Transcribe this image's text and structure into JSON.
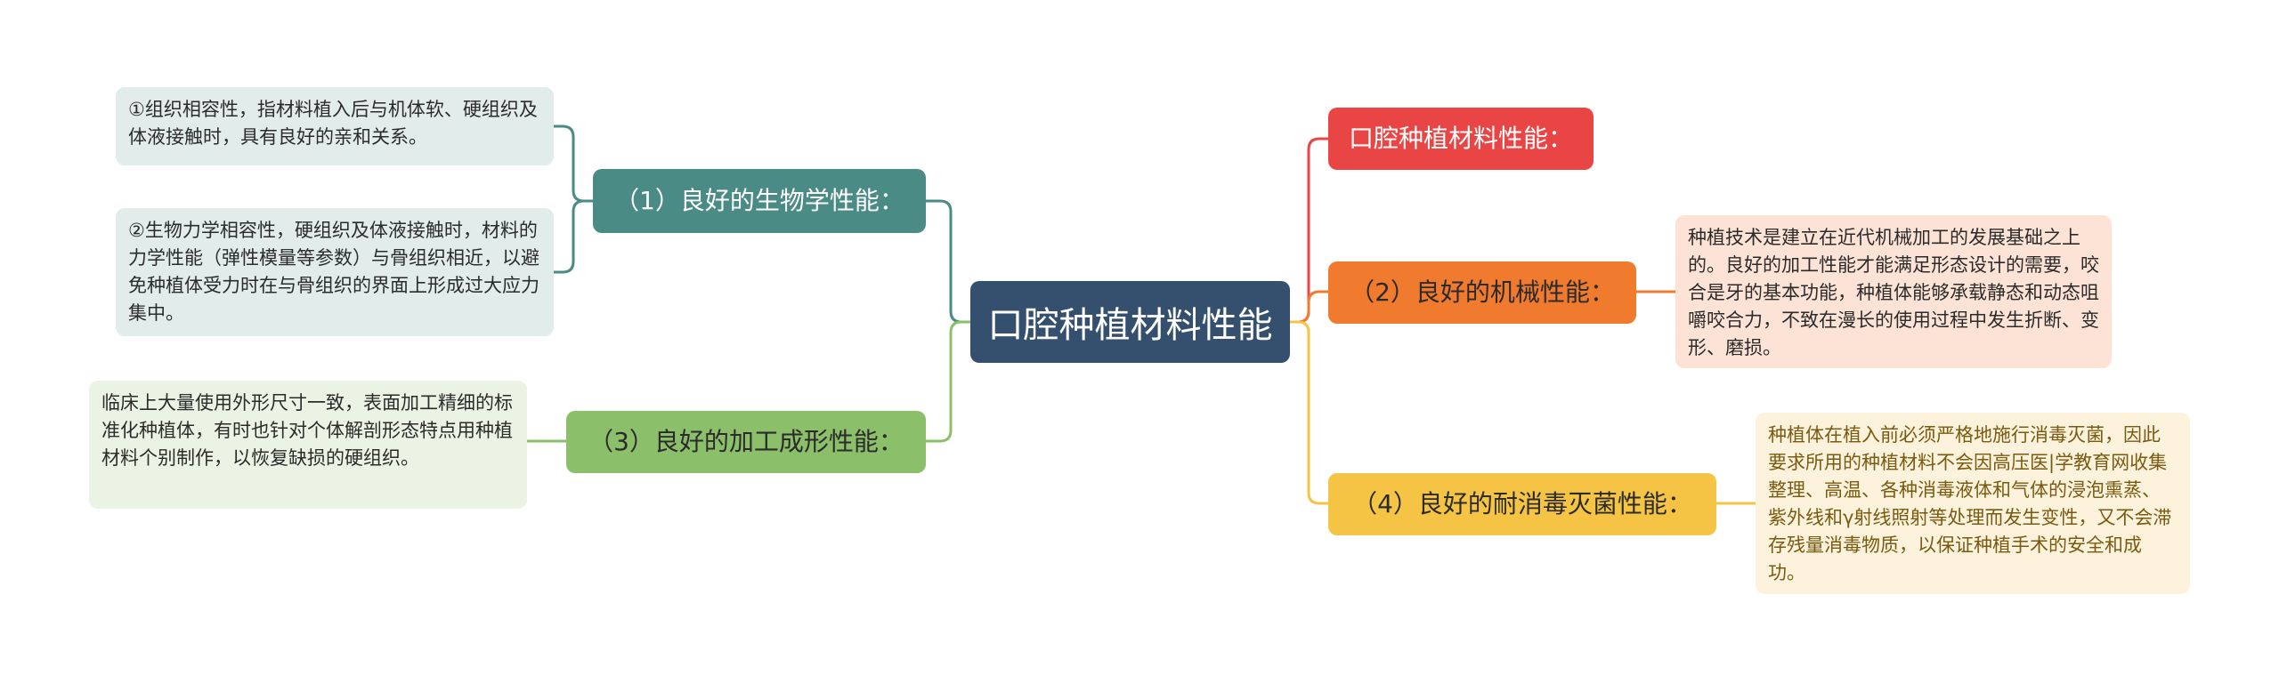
{
  "central": {
    "title": "口腔种植材料性能"
  },
  "branches": {
    "b1": {
      "label": "（1）良好的生物学性能：",
      "color": "#4b8b86",
      "notes": [
        "①组织相容性，指材料植入后与机体软、硬组织及体液接触时，具有良好的亲和关系。",
        "②生物力学相容性，硬组织及体液接触时，材料的力学性能（弹性模量等参数）与骨组织相近，以避免种植体受力时在与骨组织的界面上形成过大应力集中。"
      ]
    },
    "b3": {
      "label": "（3）良好的加工成形性能：",
      "color": "#8bbf6a",
      "note": "临床上大量使用外形尺寸一致，表面加工精细的标准化种植体，有时也针对个体解剖形态特点用种植材料个别制作，以恢复缺损的硬组织。"
    },
    "r0": {
      "label": "口腔种植材料性能：",
      "color": "#ea4545"
    },
    "b2": {
      "label": "（2）良好的机械性能：",
      "color": "#f07a2e",
      "note": "种植技术是建立在近代机械加工的发展基础之上的。良好的加工性能才能满足形态设计的需要，咬合是牙的基本功能，种植体能够承载静态和动态咀嚼咬合力，不致在漫长的使用过程中发生折断、变形、磨损。"
    },
    "b4": {
      "label": "（4）良好的耐消毒灭菌性能：",
      "color": "#f5c444",
      "note": "种植体在植入前必须严格地施行消毒灭菌，因此要求所用的种植材料不会因高压医|学教育网收集整理、高温、各种消毒液体和气体的浸泡熏蒸、紫外线和γ射线照射等处理而发生变性，又不会滞存残量消毒物质，以保证种植手术的安全和成功。"
    }
  }
}
